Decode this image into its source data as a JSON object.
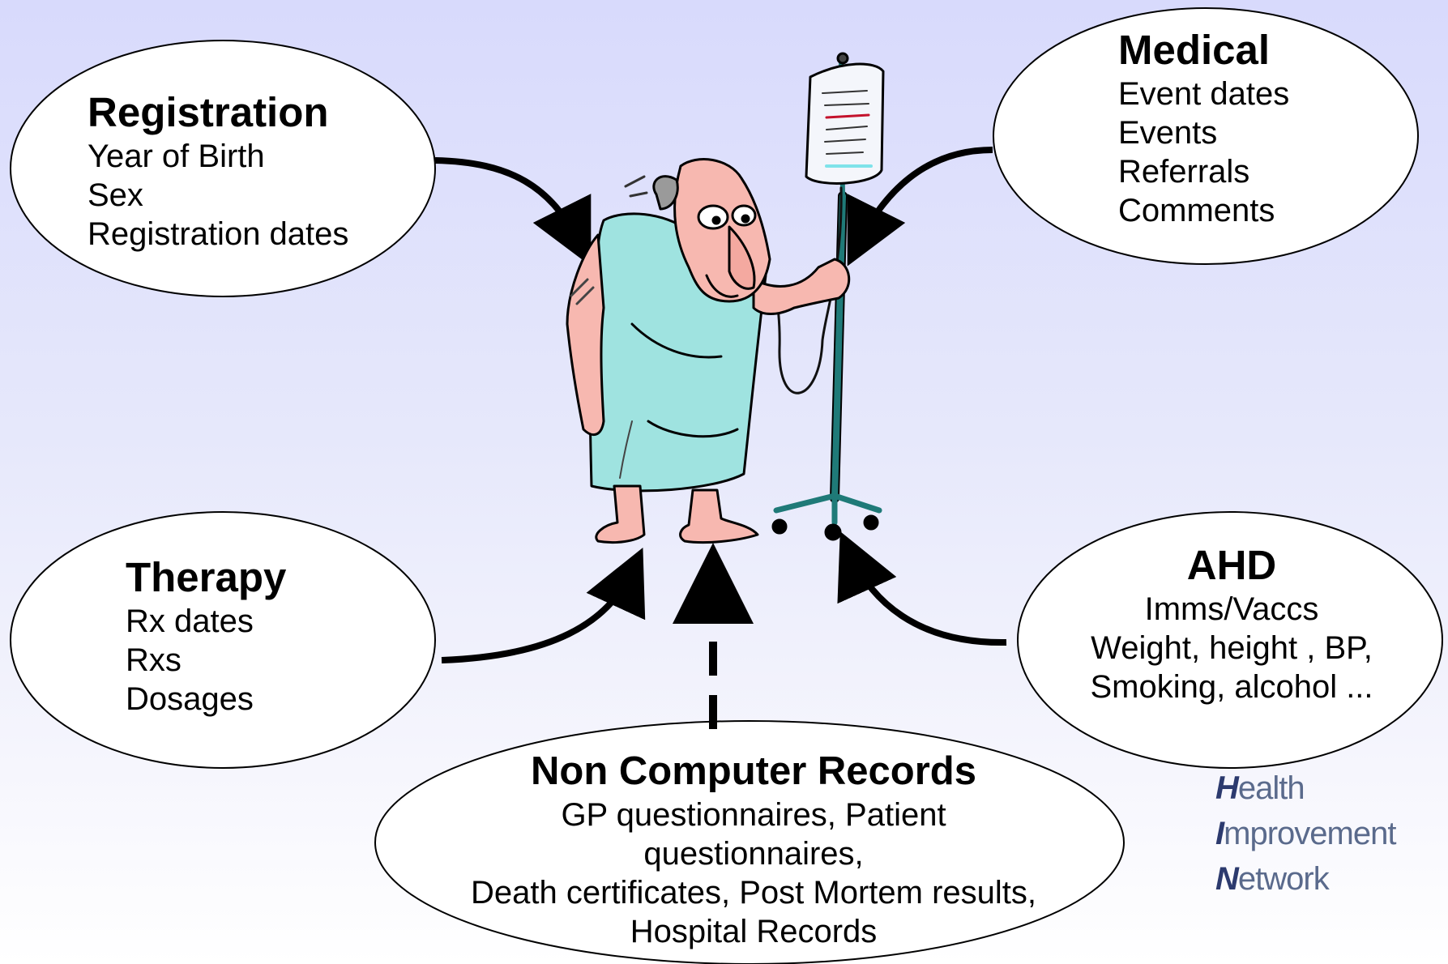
{
  "registration": {
    "title": "Registration",
    "lines": [
      "Year of Birth",
      "Sex",
      "Registration dates"
    ]
  },
  "medical": {
    "title": "Medical",
    "lines": [
      "Event dates",
      "Events",
      "Referrals",
      "Comments"
    ]
  },
  "therapy": {
    "title": "Therapy",
    "lines": [
      "Rx dates",
      "Rxs",
      "Dosages"
    ]
  },
  "ahd": {
    "title": "AHD",
    "lines": [
      "Imms/Vaccs",
      "Weight, height , BP,",
      "Smoking, alcohol ..."
    ]
  },
  "non_computer_records": {
    "title": "Non Computer Records",
    "lines": [
      "GP questionnaires, Patient",
      "questionnaires,",
      "Death certificates, Post Mortem results,",
      "Hospital Records"
    ]
  },
  "logo": {
    "words": [
      {
        "first": "H",
        "rest": "ealth"
      },
      {
        "first": "I",
        "rest": "mprovement"
      },
      {
        "first": "N",
        "rest": "etwork"
      }
    ]
  },
  "illustration": {
    "subject": "patient-with-iv-drip-icon"
  },
  "colors": {
    "gown": "#9fe3e0",
    "skin": "#f7b8b0",
    "iv_stand": "#1f7a78",
    "background_top": "#d8dafc"
  }
}
